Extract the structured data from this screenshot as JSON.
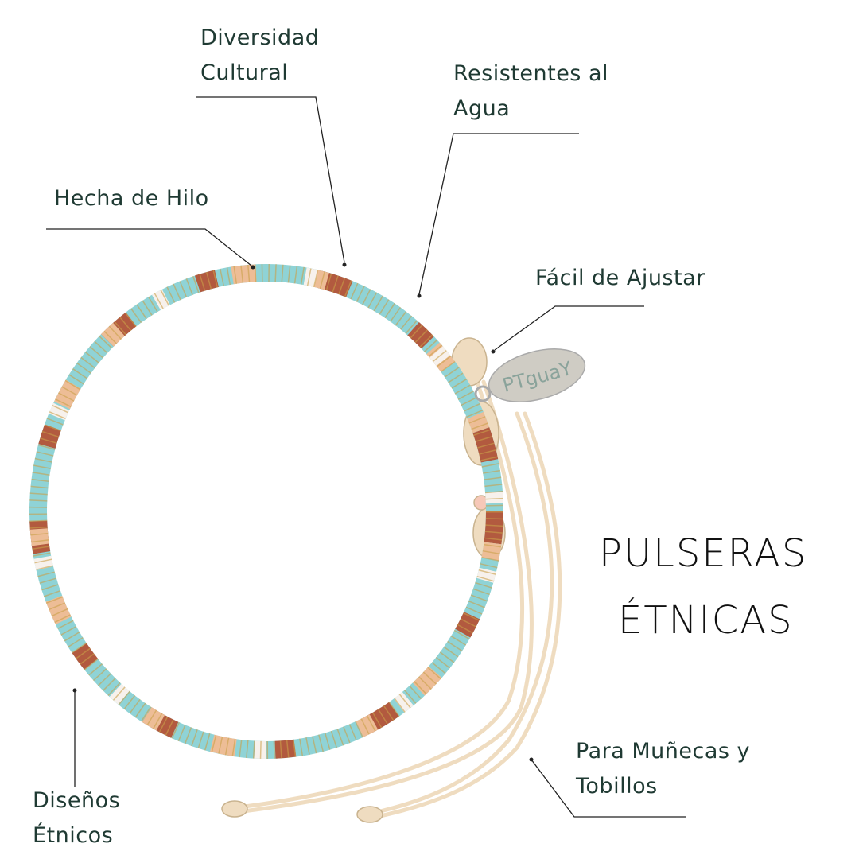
{
  "labels": {
    "diversidad": [
      "Diversidad",
      "Cultural"
    ],
    "resistentes": [
      "Resistentes al",
      "Agua"
    ],
    "hilo": "Hecha de Hilo",
    "ajustar": "Fácil de Ajustar",
    "disenos": [
      "Diseños",
      "Étnicos"
    ],
    "munecas": [
      "Para Muñecas y",
      "Tobillos"
    ]
  },
  "title": [
    "PULSERAS",
    "ÉTNICAS"
  ],
  "tag_text": "PTguaY",
  "colors": {
    "text": "#1f3a33",
    "line": "#222222",
    "turquoise": "#8fd3d6",
    "rust": "#b25a3f",
    "peach": "#edbd96",
    "cord": "#f1dfc2"
  }
}
